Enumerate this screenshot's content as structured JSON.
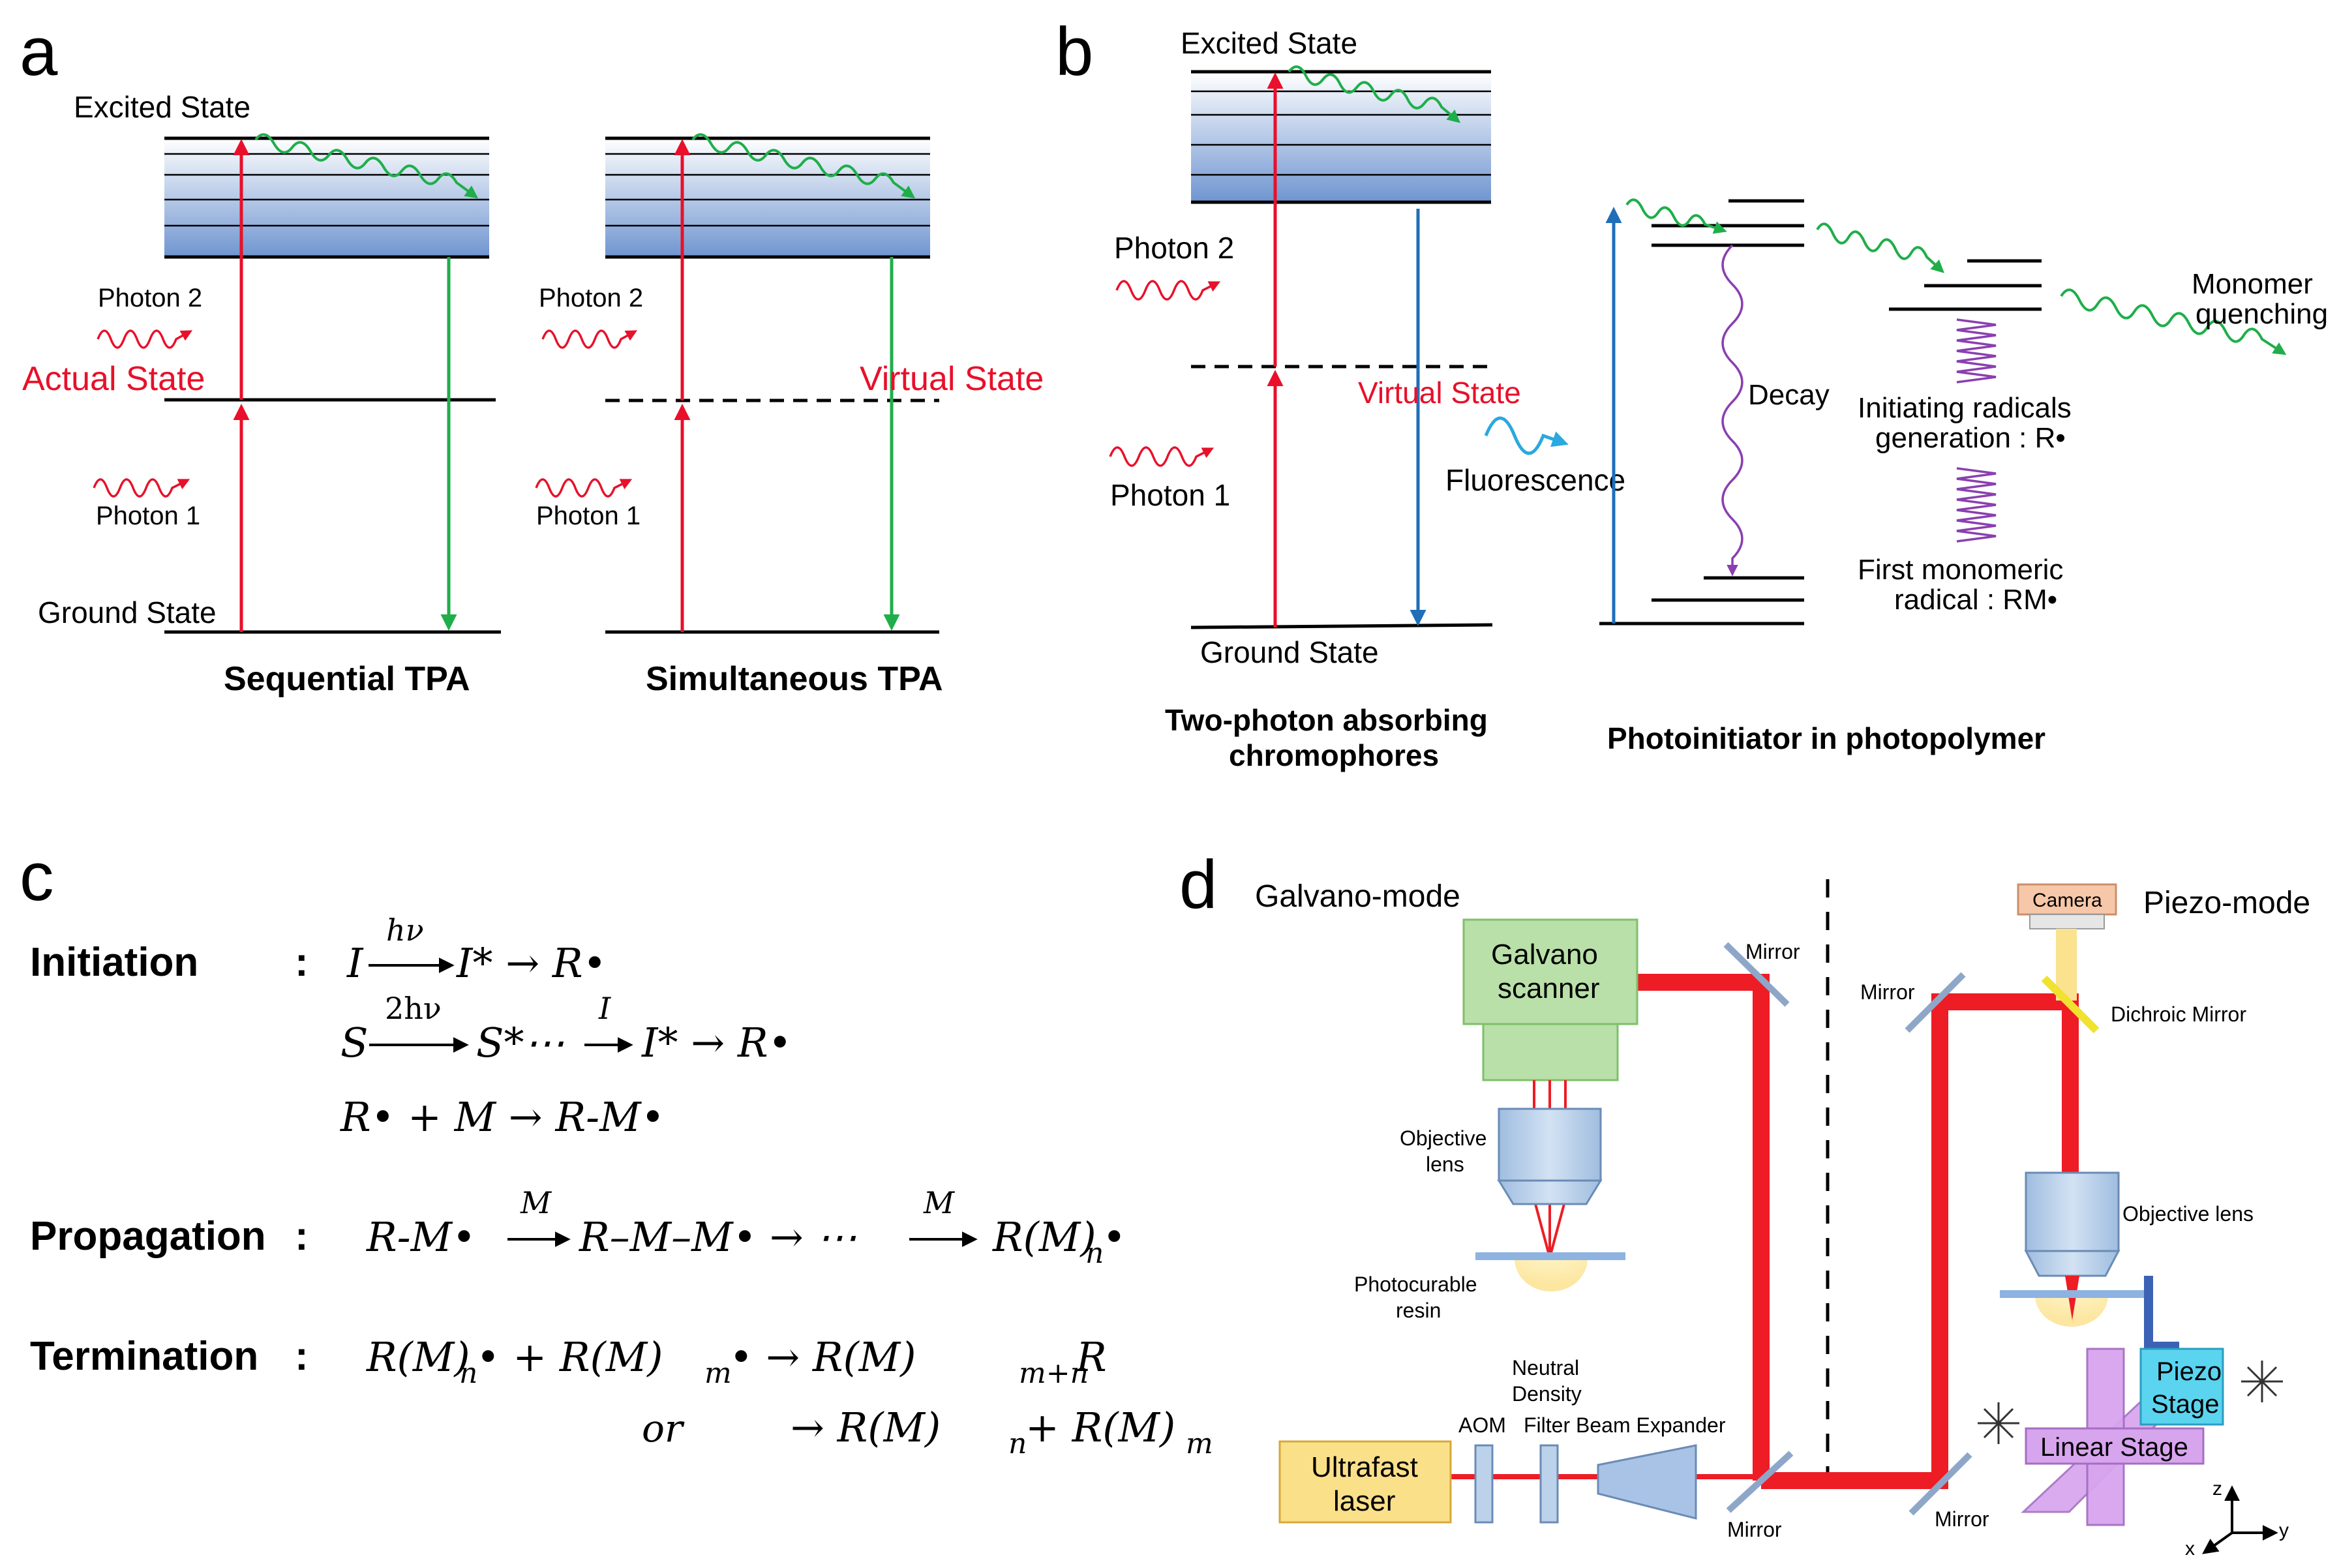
{
  "panels": {
    "a": {
      "letter": "a",
      "excited": "Excited State",
      "ground": "Ground State",
      "photon1": "Photon 1",
      "photon2": "Photon 2",
      "actual": "Actual State",
      "virtual": "Virtual State",
      "title_seq": "Sequential TPA",
      "title_sim": "Simultaneous TPA"
    },
    "b": {
      "letter": "b",
      "excited": "Excited State",
      "photon2": "Photon 2",
      "photon1": "Photon 1",
      "virtual": "Virtual State",
      "ground": "Ground State",
      "fluorescence": "Fluorescence",
      "decay": "Decay",
      "monomer": "Monomer",
      "quenching": "quenching",
      "init1": "Initiating radicals",
      "init2": "generation : R•",
      "first1": "First monomeric",
      "first2": "radical : RM•",
      "title_left1": "Two-photon absorbing",
      "title_left2": "chromophores",
      "title_right": "Photoinitiator in photopolymer"
    },
    "c": {
      "letter": "c",
      "initiation": "Initiation",
      "propagation": "Propagation",
      "termination": "Termination",
      "colon": ":",
      "eq1_I": "I",
      "eq1_hv": "hν",
      "eq1_rest": "I* → R•",
      "eq2_S": "S",
      "eq2_2hv": "2hν",
      "eq2_mid": "S*⋯",
      "eq2_I": "I",
      "eq2_rest": "I* → R•",
      "eq3": "R• + M →  R-M•",
      "prop_a": "R-M•",
      "prop_M": "M",
      "prop_b": "R–M–M• → ⋯",
      "prop_c": "R(M)",
      "prop_n": "n",
      "term_a": "R(M)",
      "term_n": "n",
      "term_b": "• + R(M)",
      "term_m": "m",
      "term_c": "•  →  R(M)",
      "term_mn": "m+n",
      "term_R": "R",
      "or": "or",
      "term_d": "→  R(M)",
      "term_d_n": "n",
      "term_e": " + R(M)",
      "term_e_m": "m",
      "bullet": "•"
    },
    "d": {
      "letter": "d",
      "galvano_mode": "Galvano-mode",
      "piezo_mode": "Piezo-mode",
      "galvano1": "Galvano",
      "galvano2": "scanner",
      "mirror": "Mirror",
      "camera": "Camera",
      "dichroic": "Dichroic Mirror",
      "objective1": "Objective",
      "objective2": "lens",
      "objective_lens": "Objective lens",
      "resin1": "Photocurable",
      "resin2": "resin",
      "nd1": "Neutral",
      "nd2": "Density",
      "filter_be": "Filter Beam Expander",
      "aom": "AOM",
      "laser1": "Ultrafast",
      "laser2": "laser",
      "piezo1": "Piezo",
      "piezo2": "Stage",
      "linear": "Linear Stage",
      "axis_z": "z",
      "axis_y": "y",
      "axis_x": "x"
    }
  },
  "colors": {
    "red": "#e8102a",
    "green": "#1fae4a",
    "blue": "#1f6fb8",
    "purple": "#8a3fb0",
    "cyan": "#2aa8e0",
    "beam": "#ee1c24",
    "galvano_fill": "#b8e0a8",
    "laser_fill": "#fbe08a",
    "camera_fill": "#f6c7a8",
    "piezo_fill": "#5bd4f0",
    "linear_fill": "#d7a4ee",
    "objective_fill": "#bcd2ea"
  }
}
